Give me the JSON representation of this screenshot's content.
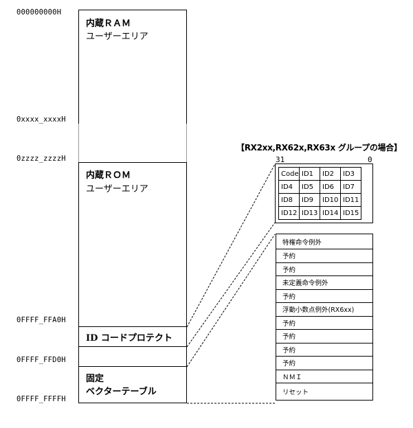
{
  "addresses": {
    "a0": "000000000H",
    "a1": "0xxxx_xxxxH",
    "a2": "0zzzz_zzzzH",
    "a3": "0FFFF_FFA0H",
    "a4": "0FFFF_FFD0H",
    "a5": "0FFFF_FFFFH"
  },
  "memory": {
    "ram_title": "内蔵ＲＡＭ",
    "ram_sub": "ユーザーエリア",
    "rom_title": "内蔵ＲＯＭ",
    "rom_sub": "ユーザーエリア",
    "idcode": "ID コードプロテクト",
    "fixed_title": "固定",
    "fixed_sub": "ベクターテーブル"
  },
  "id_table": {
    "title": "【RX2xx,RX62x,RX63x グループの場合】",
    "bit_high": "31",
    "bit_low": "0",
    "rows": [
      [
        "Code",
        "ID1",
        "ID2",
        "ID3"
      ],
      [
        "ID4",
        "ID5",
        "ID6",
        "ID7"
      ],
      [
        "ID8",
        "ID9",
        "ID10",
        "ID11"
      ],
      [
        "ID12",
        "ID13",
        "ID14",
        "ID15"
      ]
    ]
  },
  "vector_table": [
    "特権命令例外",
    "予約",
    "予約",
    "未定義命令例外",
    "予約",
    "浮動小数点例外(RX6xx)",
    "予約",
    "予約",
    "予約",
    "予約",
    "ＮＭＩ",
    "リセット"
  ]
}
